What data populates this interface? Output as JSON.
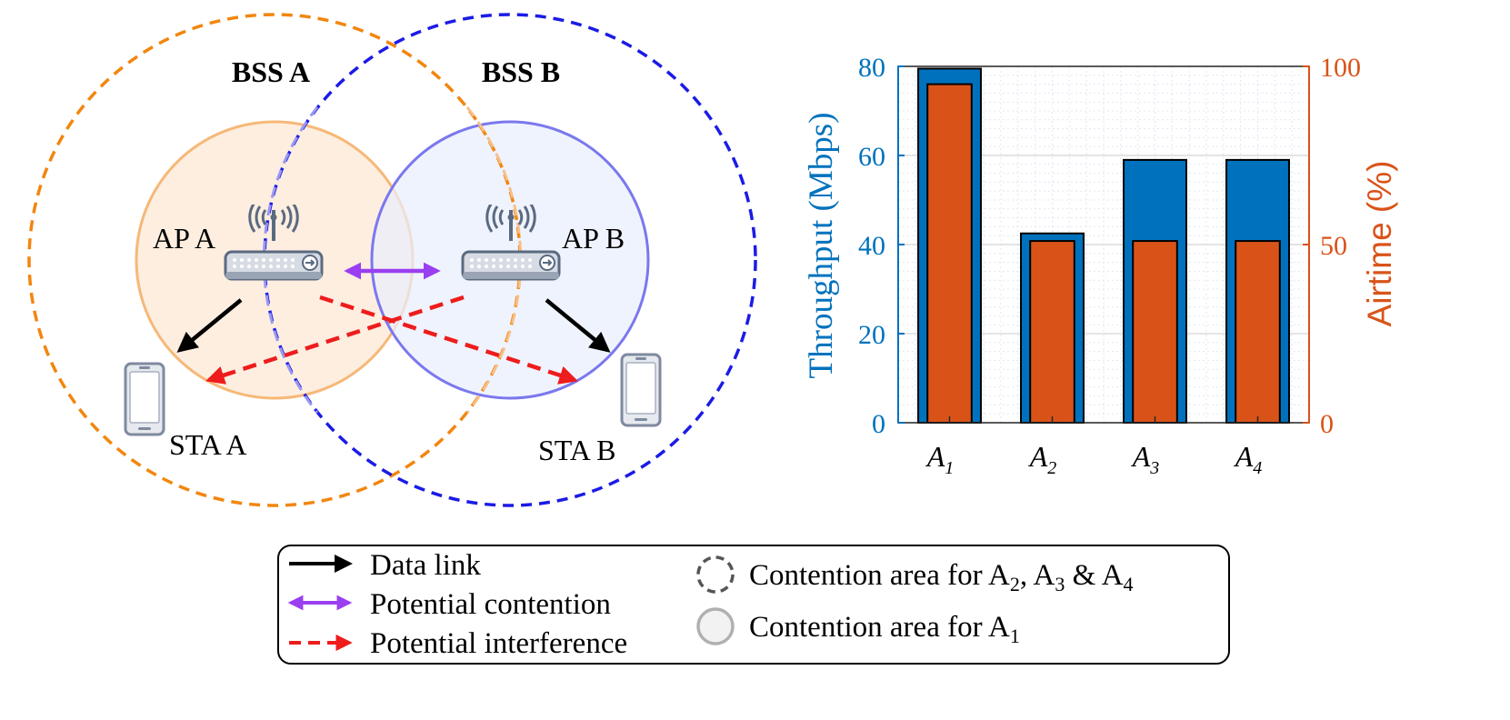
{
  "diagram": {
    "bss_a_title": "BSS A",
    "bss_b_title": "BSS B",
    "ap_a_label": "AP A",
    "ap_b_label": "AP B",
    "sta_a_label": "STA A",
    "sta_b_label": "STA B",
    "icons": [
      "router-icon",
      "smartphone-icon"
    ]
  },
  "colors": {
    "bss_a": "#f2860f",
    "bss_a_fill": "#fdeee0",
    "bss_a_ring": "#f6b878",
    "bss_b": "#1b1be6",
    "bss_b_fill": "#e9effc",
    "bss_b_ring": "#7a78ee",
    "contention": "#9a3ff0",
    "interference": "#ee1c1c",
    "data_link": "#000000",
    "throughput": "#0072bd",
    "airtime": "#d95319"
  },
  "legend": {
    "data_link": "Data link",
    "potential_contention": "Potential contention",
    "potential_interference": "Potential interference",
    "contention_multi_prefix": "Contention area for A",
    "contention_multi_sub1": "2",
    "contention_multi_sep1": ", A",
    "contention_multi_sub2": "3",
    "contention_multi_sep2": " & A",
    "contention_multi_sub3": "4",
    "contention_single_prefix": "Contention area for A",
    "contention_single_sub": "1"
  },
  "chart_data": {
    "type": "bar",
    "categories": [
      "A1",
      "A2",
      "A3",
      "A4"
    ],
    "category_base": "A",
    "category_subscripts": [
      "1",
      "2",
      "3",
      "4"
    ],
    "series": [
      {
        "name": "Throughput",
        "axis": "left",
        "values": [
          79.5,
          42.5,
          59,
          59
        ]
      },
      {
        "name": "Airtime",
        "axis": "right",
        "values": [
          95,
          51,
          51,
          51
        ]
      }
    ],
    "ylabel_left": "Throughput (Mbps)",
    "ylabel_right": "Airtime (%)",
    "ylim_left": [
      0,
      80
    ],
    "ylim_right": [
      0,
      100
    ],
    "yticks_left": [
      "0",
      "20",
      "40",
      "60",
      "80"
    ],
    "yticks_right": [
      "0",
      "50",
      "100"
    ],
    "grid": true,
    "minor_grid": true
  }
}
